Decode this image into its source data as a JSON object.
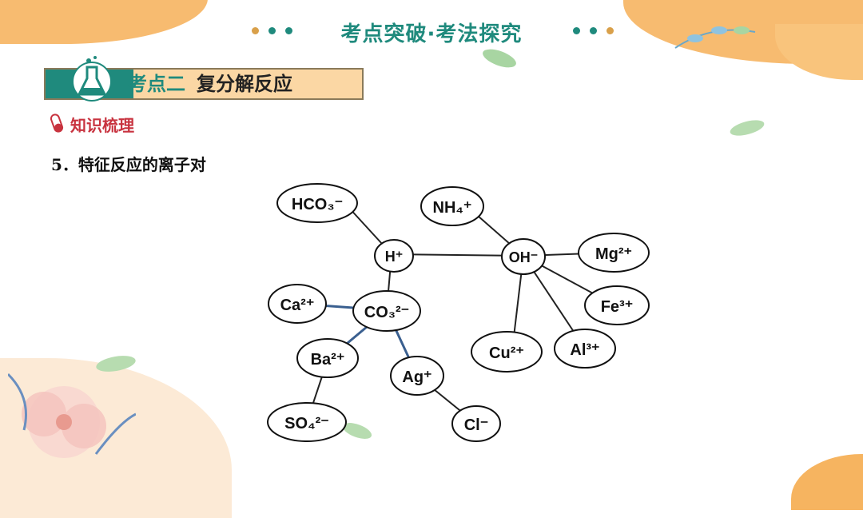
{
  "header": {
    "title": "考点突破·考法探究",
    "dot_colors": [
      "#d9a04a",
      "#1f8a7d",
      "#1f8a7d"
    ]
  },
  "topic": {
    "number": "考点二",
    "name": "复分解反应"
  },
  "section_label": "知识梳理",
  "subtitle": "5．特征反应的离子对",
  "colors": {
    "teal": "#1f8a7d",
    "orange": "#f6b460",
    "edge_blue": "#3a5f8f"
  },
  "diagram": {
    "nodes": {
      "hco3": "HCO₃⁻",
      "h": "H⁺",
      "nh4": "NH₄⁺",
      "oh": "OH⁻",
      "mg": "Mg²⁺",
      "ca": "Ca²⁺",
      "co3": "CO₃²⁻",
      "fe": "Fe³⁺",
      "ba": "Ba²⁺",
      "cu": "Cu²⁺",
      "al": "Al³⁺",
      "ag": "Ag⁺",
      "so4": "SO₄²⁻",
      "cl": "Cl⁻"
    }
  }
}
